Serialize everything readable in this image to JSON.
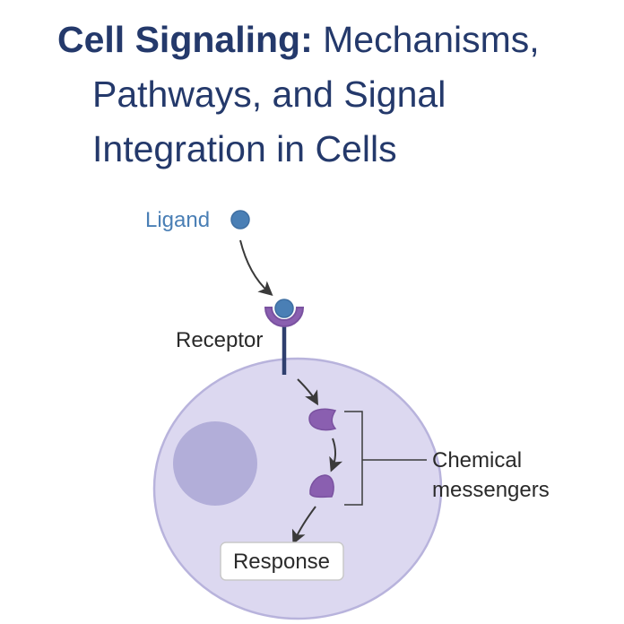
{
  "title": {
    "bold": "Cell Signaling:",
    "rest": "Mechanisms,",
    "line2": "Pathways, and Signal",
    "line3": "Integration in Cells"
  },
  "labels": {
    "ligand": "Ligand",
    "receptor": "Receptor",
    "chemical_line1": "Chemical",
    "chemical_line2": "messengers",
    "response": "Response"
  },
  "colors": {
    "title": "#24396b",
    "ligand": "#4a7fb5",
    "receptor": "#8a5fb0",
    "cell_fill": "#dcd8f0",
    "nucleus": "#b2aed9",
    "messenger": "#8a5fb0"
  }
}
